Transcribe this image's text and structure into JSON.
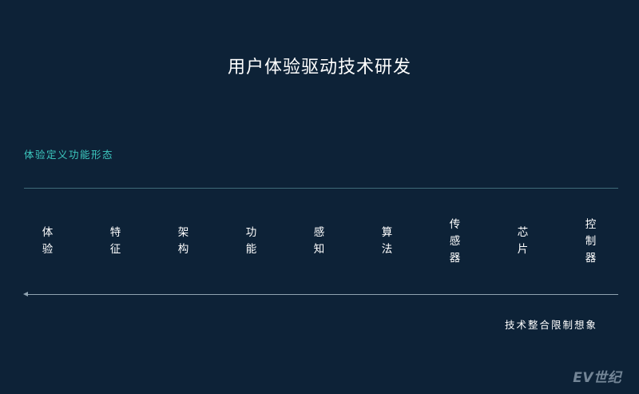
{
  "title": "用户体验驱动技术研发",
  "subtitle": "体验定义功能形态",
  "items": [
    {
      "label": "体验"
    },
    {
      "label": "特征"
    },
    {
      "label": "架构"
    },
    {
      "label": "功能"
    },
    {
      "label": "感知"
    },
    {
      "label": "算法"
    },
    {
      "label": "传感器"
    },
    {
      "label": "芯片"
    },
    {
      "label": "控制器"
    }
  ],
  "footnote": "技术整合限制想象",
  "watermark": "EV世纪",
  "colors": {
    "background": "#0d2237",
    "accent": "#3dc9c0",
    "text": "#ffffff",
    "divider": "#3f6b78"
  }
}
